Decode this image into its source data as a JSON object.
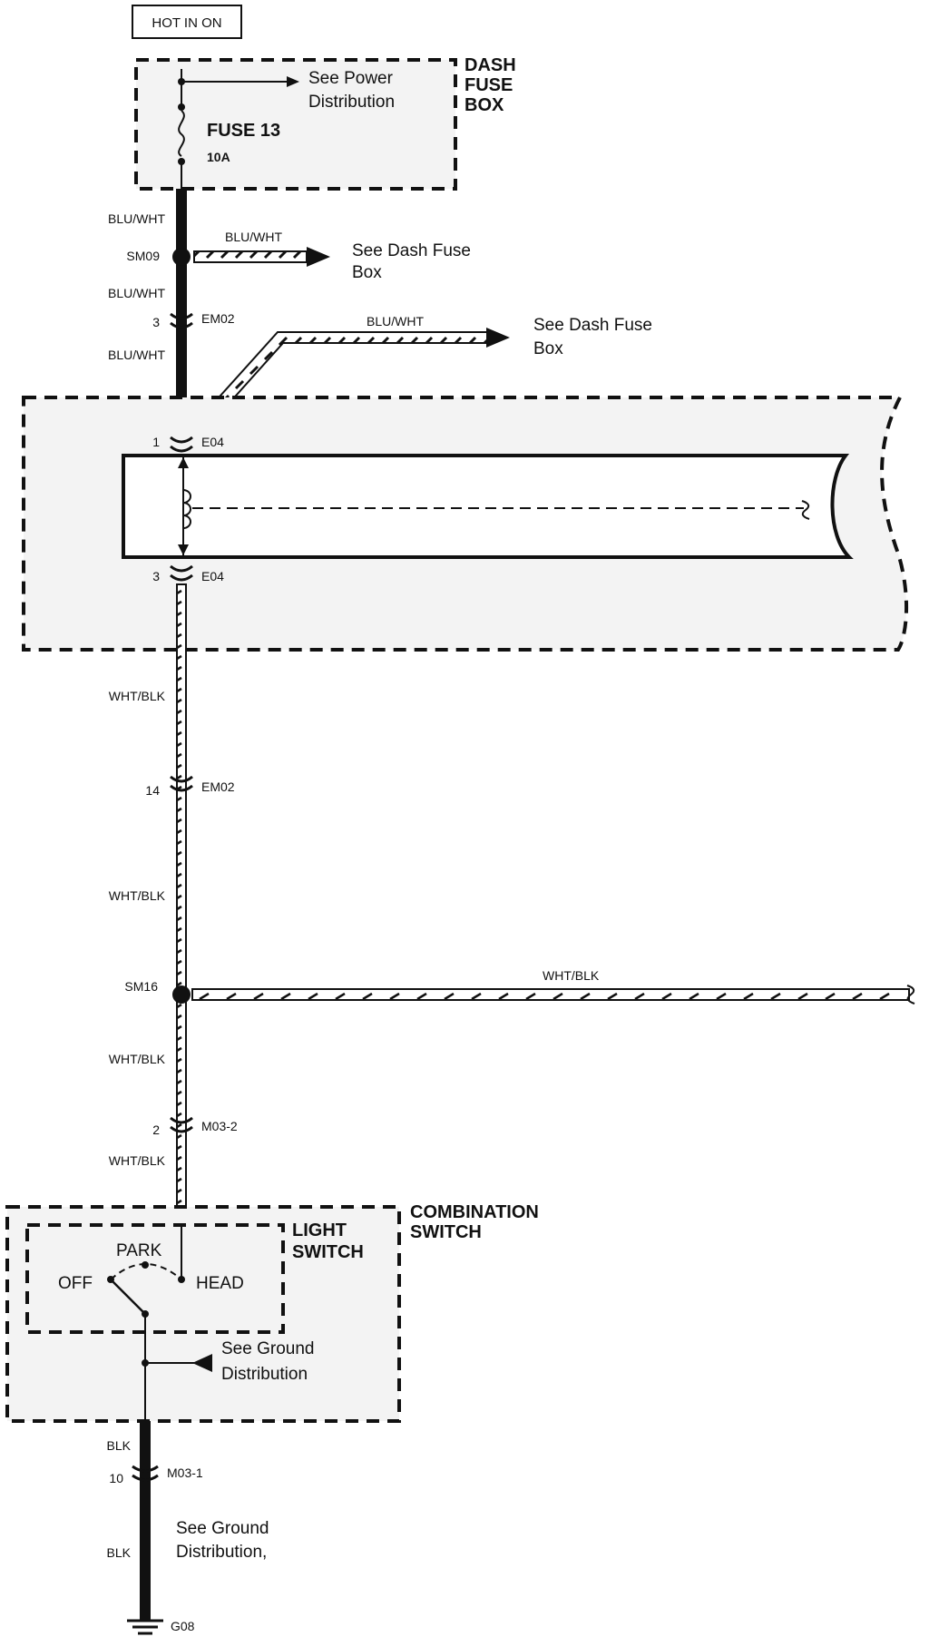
{
  "header": {
    "hot_label": "HOT IN ON"
  },
  "dash_fuse_box": {
    "title_lines": [
      "DASH",
      "FUSE",
      "BOX"
    ],
    "fuse_label": "FUSE 13",
    "fuse_rating": "10A",
    "power_ref_lines": [
      "See Power",
      "Distribution"
    ]
  },
  "wires": {
    "w1": "BLU/WHT",
    "w2": "BLU/WHT",
    "w3": "BLU/WHT",
    "branch1": "BLU/WHT",
    "branch2": "BLU/WHT",
    "w4": "WHT/BLK",
    "w5": "WHT/BLK",
    "sm16_branch": "WHT/BLK",
    "w6": "WHT/BLK",
    "w7": "WHT/BLK",
    "blk1": "BLK",
    "blk2": "BLK"
  },
  "splices": {
    "sm09": "SM09",
    "sm16": "SM16"
  },
  "connectors": {
    "em02_top": {
      "pin": "3",
      "name": "EM02"
    },
    "e04_top": {
      "pin": "1",
      "name": "E04"
    },
    "e04_bot": {
      "pin": "3",
      "name": "E04"
    },
    "em02_mid": {
      "pin": "14",
      "name": "EM02"
    },
    "m03_2": {
      "pin": "2",
      "name": "M03-2"
    },
    "m03_1": {
      "pin": "10",
      "name": "M03-1"
    }
  },
  "refs": {
    "dash_fuse_1": [
      "See Dash Fuse",
      "Box"
    ],
    "dash_fuse_2": [
      "See Dash Fuse",
      "Box"
    ],
    "ground_inner": [
      "See Ground",
      "Distribution"
    ],
    "ground_outer": [
      "See Ground",
      "Distribution,"
    ]
  },
  "combination_switch": {
    "title_lines": [
      "COMBINATION",
      "SWITCH"
    ],
    "light_switch_lines": [
      "LIGHT",
      "SWITCH"
    ],
    "positions": {
      "off": "OFF",
      "park": "PARK",
      "head": "HEAD"
    }
  },
  "ground": {
    "label": "G08"
  }
}
